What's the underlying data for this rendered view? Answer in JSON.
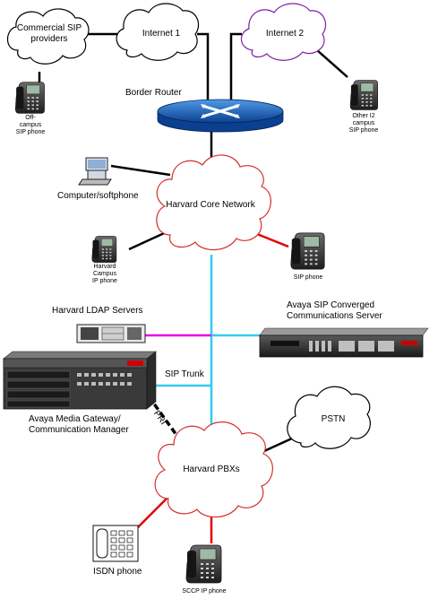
{
  "clouds": {
    "commercial_sip": [
      "Commercial SIP",
      "providers"
    ],
    "internet1": "Internet 1",
    "internet2": "Internet 2",
    "core": "Harvard Core Network",
    "pbx": "Harvard PBXs",
    "pstn": "PSTN"
  },
  "labels": {
    "border_router": "Border Router",
    "offcampus_phone": [
      "Off-",
      "campus",
      "SIP phone"
    ],
    "i2_phone": [
      "Other I2",
      "campus",
      "SIP phone"
    ],
    "computer": "Computer/softphone",
    "campus_phone": [
      "Harvard",
      "Campus",
      "IP phone"
    ],
    "sip_phone": "SIP phone",
    "ldap": "Harvard LDAP Servers",
    "avaya_server": [
      "Avaya SIP Converged",
      "Communications Server"
    ],
    "sip_trunk": "SIP Trunk",
    "pri": "PRI",
    "media_gateway": [
      "Avaya Media Gateway/",
      "Communication Manager"
    ],
    "isdn_phone": "ISDN phone",
    "sccp_phone": "SCCP IP phone"
  },
  "colors": {
    "internet2_cloud": "#7b1fa2",
    "core_cloud": "#d32f2f",
    "pbx_cloud": "#d32f2f",
    "sip_trunk_line": "#00bcd4",
    "ldap_link": "#e600e6",
    "red_link": "#e00000",
    "router": "#1565c0",
    "avaya_logo": "#cc0000"
  }
}
